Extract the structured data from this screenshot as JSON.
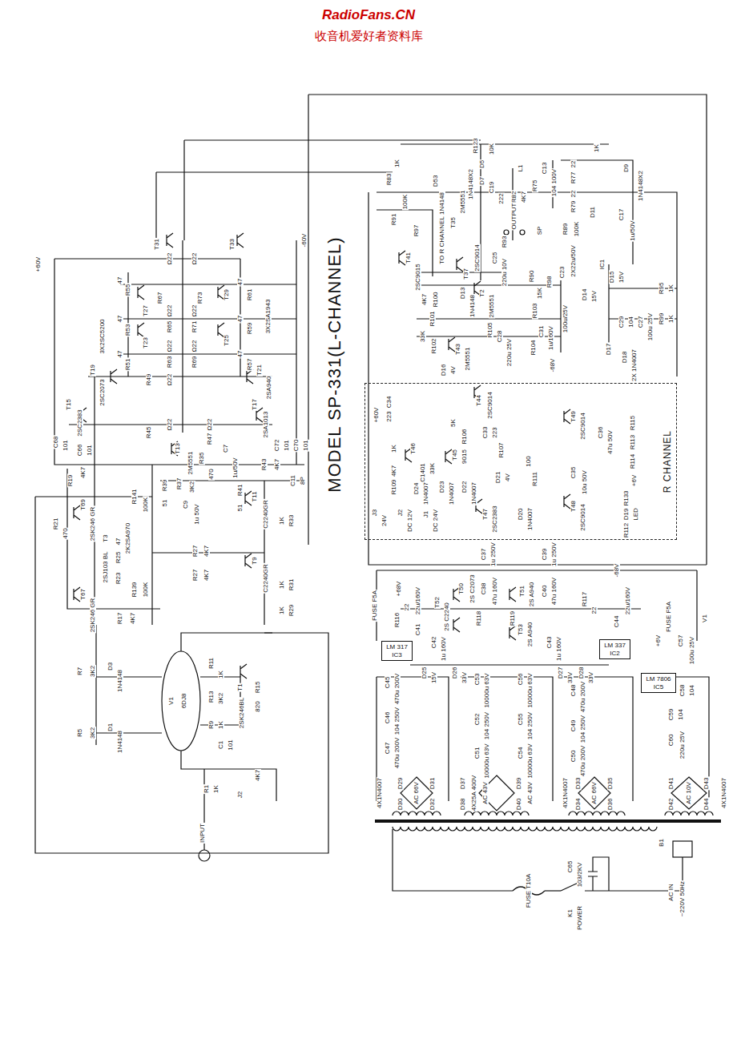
{
  "diagram": {
    "title": "MODEL SP-331(L-CHANNEL)",
    "nodes": [
      {
        "text": [
          "R CHANNEL"
        ]
      },
      {
        "text": [
          "LM 317",
          "IC3"
        ]
      },
      {
        "text": [
          "LM 337",
          "IC2"
        ]
      },
      {
        "text": [
          "LM 7806",
          "IC5"
        ]
      }
    ],
    "labels": [
      "RadioFans.CN",
      "收音机爱好者资料库",
      "+60V",
      "T31",
      "Ω22",
      "Ω22",
      "T33",
      "-60V",
      "R67",
      "R73",
      "R55",
      "47",
      "T27",
      "Ω22",
      "Ω22",
      "R65",
      "R71",
      "T29",
      "R61",
      "47",
      "3X2SC5200",
      "R53",
      "47",
      "T23",
      "Ω22",
      "R63",
      "Ω22",
      "R69",
      "T25",
      "R59",
      "47",
      "3X2SA1943",
      "R57",
      "47",
      "R51",
      "47",
      "T19",
      "2SC2073",
      "R49",
      "Ω22",
      "T21",
      "2SA940",
      "T15",
      "2SC2383",
      "R45",
      "Ω22",
      "Ω22",
      "R47",
      "T17",
      "2SA1013",
      "C68",
      "101",
      "C66",
      "101",
      "C72",
      "101",
      "C70",
      "101",
      "T13",
      "2M5551",
      "R35",
      "470",
      "C7",
      "1u/50V",
      "R39",
      "51",
      "R37",
      "3K2",
      "R41",
      "51",
      "R43",
      "4K7",
      "C11",
      "8P",
      "R19",
      "4K7",
      "R141",
      "100K",
      "T69",
      "2SK246 GR",
      "C9",
      "1u 50V",
      "T11",
      "C2240GR",
      "R21",
      "470",
      "T3",
      "2SJ103 BL",
      "2K2SA970",
      "R25",
      "47",
      "R23",
      "R33",
      "1K",
      "R27",
      "4K7",
      "R27",
      "4K7",
      "T9",
      "C2240GR",
      "R31",
      "1K",
      "T67",
      "2SK246 GR",
      "R139",
      "100K",
      "R17",
      "4K7",
      "R29",
      "1K",
      "R7",
      "3K2",
      "D3",
      "1N4148",
      "R5",
      "3K2",
      "D1",
      "1N4148",
      "V1",
      "6DJ8",
      "R11",
      "1K",
      "R13",
      "3K2",
      "R9",
      "1K",
      "T1",
      "2SK246BL",
      "R15",
      "820",
      "C1",
      "101",
      "4K7",
      "R1",
      "1K",
      "J2",
      "INPUT",
      "R83",
      "1K",
      "R123",
      "10K",
      "1K",
      "D53",
      "1N4148",
      "1N4148X2",
      "D5",
      "D7",
      "T35",
      "2M5551",
      "C19",
      "222",
      "L1",
      "R82",
      "4K7",
      "R75",
      "C13",
      "104 100V",
      "22",
      "R77",
      "22",
      "R79",
      "D11",
      "D9",
      "1N4148X2",
      "R91",
      "100K",
      "TO R CHANNEL",
      "R97",
      "T41",
      "2SC9015",
      "T37",
      "2SC9014",
      "R93",
      "OUTPUT",
      "SP",
      "R89",
      "100K",
      "IC1",
      "C17",
      "1u/50V",
      "C25",
      "220u 10V",
      "C23",
      "2X22u/50V",
      "R95",
      "1K",
      "D15",
      "15V",
      "R99",
      "1K",
      "C29",
      "104",
      "C27",
      "100u 25V",
      "4K7",
      "R100",
      "D13",
      "1N4148",
      "T2",
      "2M5551",
      "R90",
      "R98",
      "15K",
      "R103",
      "R101",
      "33K",
      "R102",
      "R105",
      "T43",
      "2M5551",
      "C28",
      "220u 25V",
      "C31",
      "1u/160V",
      "100u/25V",
      "D14",
      "15V",
      "R104",
      "-68V",
      "D16",
      "4V",
      "D17",
      "D18",
      "2X 1N4007",
      "+60V",
      "C34",
      "223",
      "1K",
      "4K7",
      "R109",
      "T46",
      "C1401",
      "5K",
      "R106",
      "T44",
      "2SC9014",
      "C33",
      "223",
      "T45",
      "9015",
      "R107",
      "33K",
      "D21",
      "4V",
      "R111",
      "100",
      "D24",
      "1N4007",
      "D23",
      "1N4007",
      "D22",
      "1N4007",
      "J3",
      "24V",
      "J2",
      "DC 12V",
      "J1",
      "DC 24V",
      "T47",
      "2SC2383",
      "D20",
      "1N4007",
      "T49",
      "2SC9014",
      "C36",
      "47u 50V",
      "R115",
      "R113",
      "R114",
      "+6V",
      "C35",
      "10u 50V",
      "R133",
      "D19",
      "LED",
      "R112",
      "T48",
      "2SC9014",
      "FUSE F5A",
      "+68V",
      "R116",
      "22",
      "22u/160V",
      "C41",
      "T52",
      "2S C2240",
      "T50",
      "2S C2073",
      "C37",
      "1u 250V",
      "C38",
      "47u 160V",
      "C39",
      "1u 250V",
      "C40",
      "47u 160V",
      "T51",
      "2S A940",
      "T53",
      "2S A940",
      "R118",
      "R119",
      "R117",
      "22",
      "-68V",
      "C44",
      "22u/160V",
      "FUSE F5A",
      "C42",
      "1u 160V",
      "D25",
      "15V",
      "D26",
      "33V",
      "C43",
      "1u 160V",
      "D27",
      "33V",
      "D28",
      "33V",
      "+6V",
      "C57",
      "100u 25V",
      "C58",
      "104",
      "C59",
      "104",
      "C60",
      "220u 25V",
      "V1",
      "C45",
      "470u 200V",
      "C46",
      "104 250V",
      "C47",
      "470u 200V",
      "C53",
      "10000u 63V",
      "C52",
      "104 250V",
      "C51",
      "10000u 63V",
      "C56",
      "10000u 63V",
      "C55",
      "104 250V",
      "C54",
      "10000u 63V",
      "C48",
      "470u 200V",
      "C49",
      "104 250V",
      "C50",
      "470u 200V",
      "4X1N4007",
      "D29",
      "D30",
      "D31",
      "D32",
      "AC 66V",
      "D37",
      "D38",
      "4X25A 400V",
      "AC 43V",
      "D39",
      "D40",
      "AC 43V",
      "4X1N4007",
      "D33",
      "D34",
      "D35",
      "D36",
      "AC 66V",
      "D41",
      "D42",
      "D43",
      "D44",
      "AC 10V",
      "4X1N4007",
      "FUSE T10A",
      "C65",
      "103/2KV",
      "K1",
      "POWER",
      "B1",
      "AC IN",
      "~220V 50Hz"
    ]
  }
}
